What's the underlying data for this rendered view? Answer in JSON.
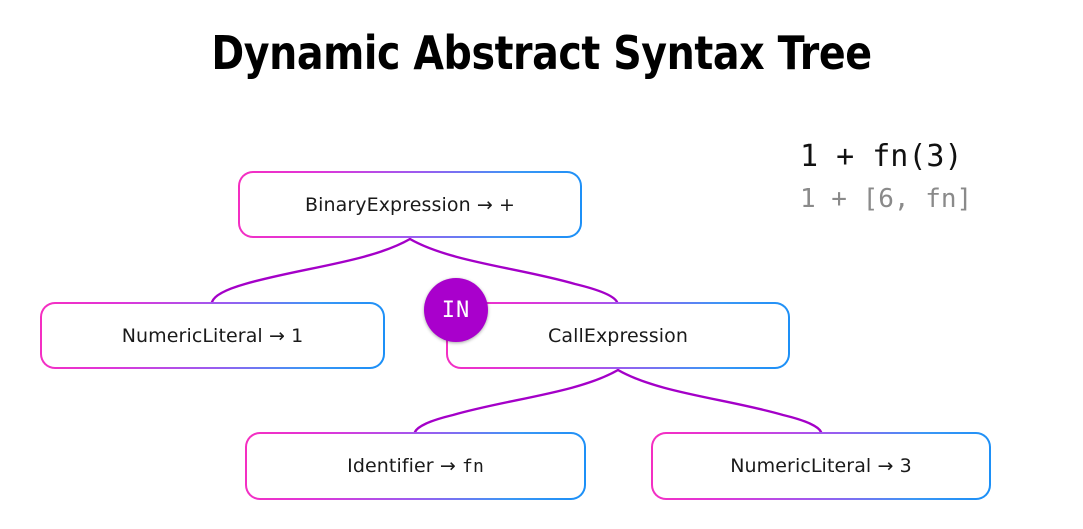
{
  "page": {
    "title": "Dynamic Abstract Syntax Tree",
    "background_color": "#ffffff"
  },
  "code_panel": {
    "lines": [
      {
        "text": "1 + fn(3)",
        "color": "#111111",
        "emphasis": "primary"
      },
      {
        "text": "1 + [6, fn]",
        "color": "#8a8a8a",
        "emphasis": "secondary"
      }
    ]
  },
  "badge": {
    "label": "IN",
    "color": "#a900cc",
    "text_color": "#ffffff"
  },
  "colors": {
    "node_border_start": "#f62ec0",
    "node_border_end": "#1a8ff7",
    "edge": "#a400c8",
    "title_text": "#000000",
    "node_text": "#1a1a1a"
  },
  "tree": {
    "nodes": [
      {
        "id": "root",
        "type": "BinaryExpression",
        "value": "+",
        "label": "BinaryExpression → +",
        "label_plain": "BinaryExpression",
        "arrow": "→",
        "label_value": "+",
        "value_mono": false,
        "depth": 0
      },
      {
        "id": "numlit1",
        "type": "NumericLiteral",
        "value": "1",
        "label": "NumericLiteral → 1",
        "label_plain": "NumericLiteral",
        "arrow": "→",
        "label_value": "1",
        "value_mono": false,
        "depth": 1
      },
      {
        "id": "call",
        "type": "CallExpression",
        "value": "",
        "label": "CallExpression",
        "label_plain": "CallExpression",
        "arrow": "",
        "label_value": "",
        "value_mono": false,
        "depth": 1
      },
      {
        "id": "identifier",
        "type": "Identifier",
        "value": "fn",
        "label": "Identifier → fn",
        "label_plain": "Identifier",
        "arrow": "→",
        "label_value": "fn",
        "value_mono": true,
        "depth": 2
      },
      {
        "id": "numlit3",
        "type": "NumericLiteral",
        "value": "3",
        "label": "NumericLiteral → 3",
        "label_plain": "NumericLiteral",
        "arrow": "→",
        "label_value": "3",
        "value_mono": false,
        "depth": 2
      }
    ],
    "edges": [
      {
        "from": "root",
        "to": "numlit1"
      },
      {
        "from": "root",
        "to": "call"
      },
      {
        "from": "call",
        "to": "identifier"
      },
      {
        "from": "call",
        "to": "numlit3"
      }
    ]
  }
}
